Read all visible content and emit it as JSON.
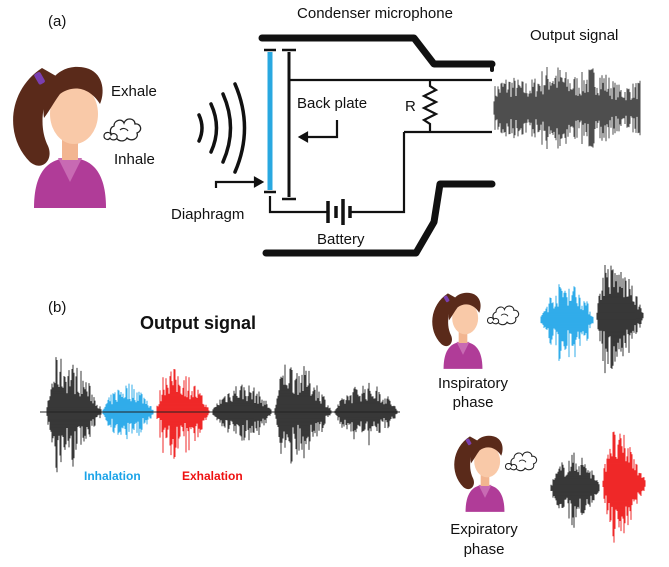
{
  "panel_a": {
    "label": "(a)",
    "title": "Condenser microphone",
    "output_signal": "Output signal",
    "exhale": "Exhale",
    "inhale": "Inhale",
    "back_plate": "Back plate",
    "resistor": "R",
    "diaphragm": "Diaphragm",
    "battery": "Battery"
  },
  "panel_b": {
    "label": "(b)",
    "title": "Output signal",
    "inhalation": "Inhalation",
    "exhalation": "Exhalation",
    "inspiratory_line1": "Inspiratory",
    "inspiratory_line2": "phase",
    "expiratory_line1": "Expiratory",
    "expiratory_line2": "phase"
  },
  "colors": {
    "inhale": "#1aa3e8",
    "exhale": "#ee1111",
    "signal": "#222222",
    "diaphragm": "#29a8e0",
    "skin": "#f9c9a8",
    "hair": "#5a2a1a",
    "shirt": "#b03c98",
    "shirt_light": "#c86ab3",
    "hair_tie": "#7a3fb0"
  },
  "icons": [
    "woman-avatar-icon",
    "breath-cloud-icon",
    "sound-wave-icon",
    "resistor-icon",
    "battery-icon"
  ]
}
